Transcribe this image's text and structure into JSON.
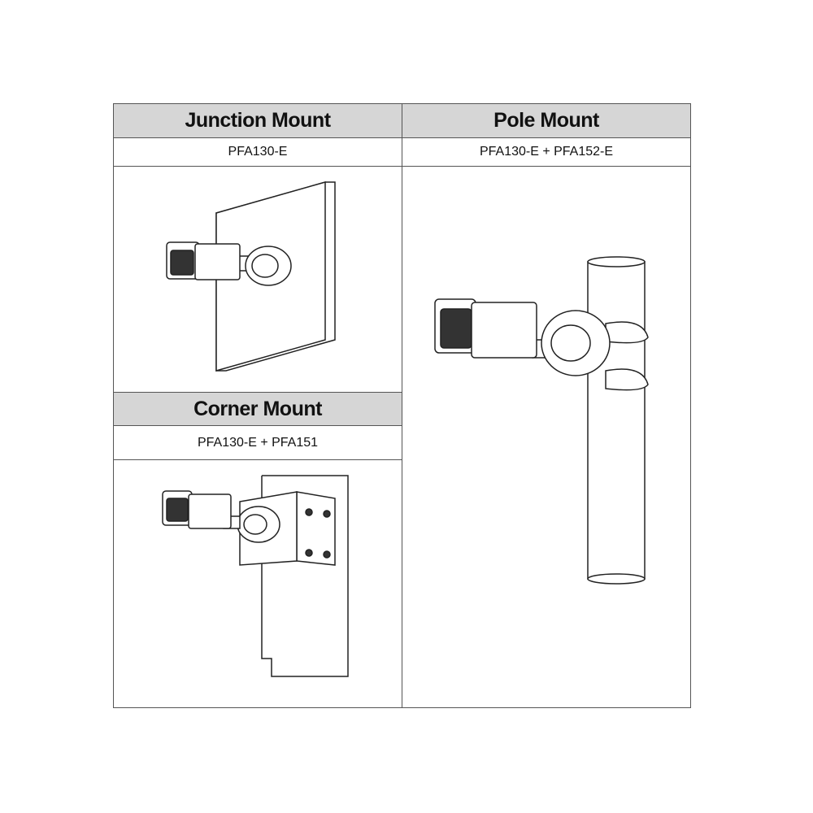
{
  "junction": {
    "title": "Junction Mount",
    "model": "PFA130-E"
  },
  "pole": {
    "title": "Pole Mount",
    "model": "PFA130-E + PFA152-E"
  },
  "corner": {
    "title": "Corner Mount",
    "model": "PFA130-E + PFA151"
  }
}
